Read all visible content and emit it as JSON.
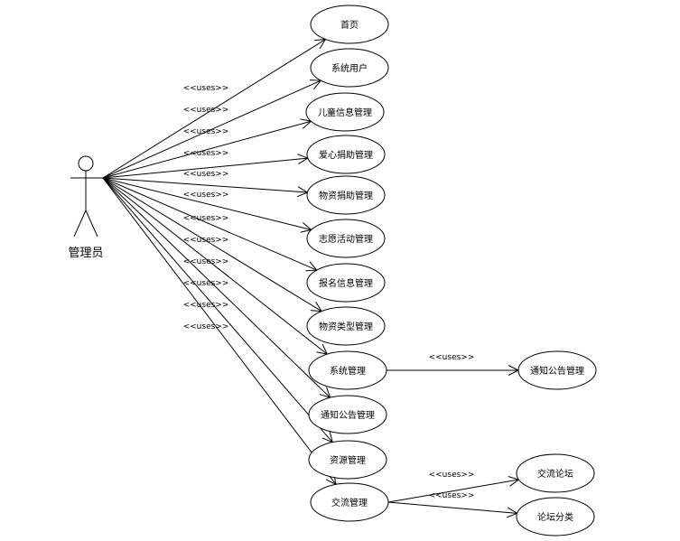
{
  "diagram": {
    "actor": {
      "label": "管理员"
    },
    "uses_label": "<<uses>>",
    "use_cases": [
      {
        "id": "home",
        "label": "首页"
      },
      {
        "id": "system_user",
        "label": "系统用户"
      },
      {
        "id": "child_info",
        "label": "儿童信息管理"
      },
      {
        "id": "love_donation",
        "label": "爱心捐助管理"
      },
      {
        "id": "material_donation",
        "label": "物资捐助管理"
      },
      {
        "id": "volunteer",
        "label": "志愿活动管理"
      },
      {
        "id": "signup",
        "label": "报名信息管理"
      },
      {
        "id": "material_type",
        "label": "物资类型管理"
      },
      {
        "id": "system_manage",
        "label": "系统管理"
      },
      {
        "id": "notice_manage",
        "label": "通知公告管理"
      },
      {
        "id": "resource_manage",
        "label": "资源管理"
      },
      {
        "id": "exchange_manage",
        "label": "交流管理"
      },
      {
        "id": "sys_notice",
        "label": "通知公告管理"
      },
      {
        "id": "forum",
        "label": "交流论坛"
      },
      {
        "id": "forum_category",
        "label": "论坛分类"
      }
    ],
    "relations": [
      {
        "from": "actor",
        "to": "home",
        "label": "<<uses>>"
      },
      {
        "from": "actor",
        "to": "system_user",
        "label": "<<uses>>"
      },
      {
        "from": "actor",
        "to": "child_info",
        "label": "<<uses>>"
      },
      {
        "from": "actor",
        "to": "love_donation",
        "label": "<<uses>>"
      },
      {
        "from": "actor",
        "to": "material_donation",
        "label": "<<uses>>"
      },
      {
        "from": "actor",
        "to": "volunteer",
        "label": "<<uses>>"
      },
      {
        "from": "actor",
        "to": "signup",
        "label": "<<uses>>"
      },
      {
        "from": "actor",
        "to": "material_type",
        "label": "<<uses>>"
      },
      {
        "from": "actor",
        "to": "system_manage",
        "label": "<<uses>>"
      },
      {
        "from": "actor",
        "to": "notice_manage",
        "label": "<<uses>>"
      },
      {
        "from": "actor",
        "to": "resource_manage",
        "label": "<<uses>>"
      },
      {
        "from": "actor",
        "to": "exchange_manage",
        "label": "<<uses>>"
      },
      {
        "from": "system_manage",
        "to": "sys_notice",
        "label": "<<uses>>"
      },
      {
        "from": "exchange_manage",
        "to": "forum",
        "label": "<<uses>>"
      },
      {
        "from": "exchange_manage",
        "to": "forum_category",
        "label": "<<uses>>"
      }
    ]
  }
}
